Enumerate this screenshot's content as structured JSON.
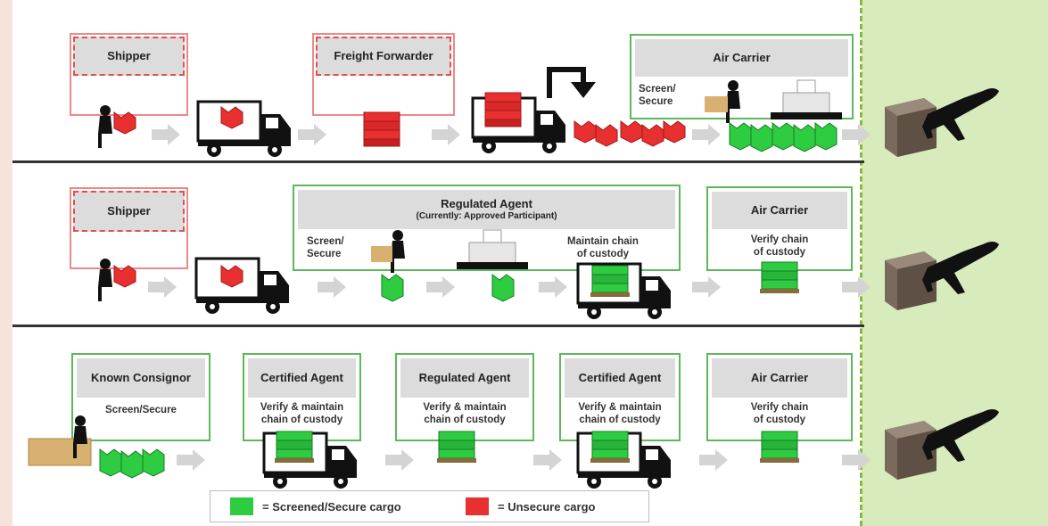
{
  "row1": {
    "shipper": "Shipper",
    "freight_forwarder": "Freight Forwarder",
    "air_carrier": "Air Carrier",
    "screen_secure": "Screen/\nSecure"
  },
  "row2": {
    "shipper": "Shipper",
    "regulated_agent": "Regulated Agent",
    "regulated_agent_sub": "(Currently: Approved Participant)",
    "screen_secure": "Screen/\nSecure",
    "maintain_chain": "Maintain chain\nof custody",
    "air_carrier": "Air Carrier",
    "verify_chain": "Verify chain\nof custody"
  },
  "row3": {
    "known_consignor": "Known Consignor",
    "screen_secure": "Screen/Secure",
    "certified_agent_1": "Certified Agent",
    "verify_maintain_1": "Verify & maintain\nchain of custody",
    "regulated_agent": "Regulated Agent",
    "verify_maintain_2": "Verify & maintain\nchain of custody",
    "certified_agent_2": "Certified Agent",
    "verify_maintain_3": "Verify & maintain\nchain of custody",
    "air_carrier": "Air Carrier",
    "verify_chain": "Verify chain\nof custody"
  },
  "legend": {
    "screened": "= Screened/Secure cargo",
    "unsecure": "= Unsecure cargo"
  },
  "colors": {
    "secure_green": "#2ecc40",
    "unsecure_red": "#e83030",
    "zone_green": "#d8ebbd",
    "header_gray": "#dcdcdc"
  }
}
